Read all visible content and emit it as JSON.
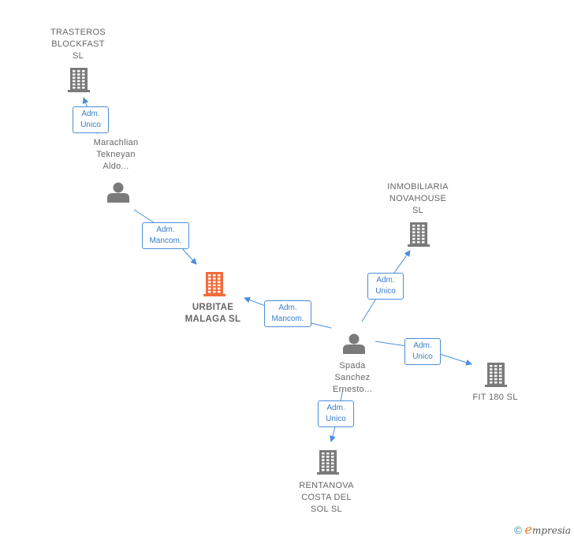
{
  "nodes": {
    "trasteros": {
      "label": "TRASTEROS\nBLOCKFAST\nSL",
      "type": "company"
    },
    "marachlian": {
      "label": "Marachlian\nTekneyan\nAldo...",
      "type": "person"
    },
    "urbitae": {
      "label": "URBITAE\nMALAGA  SL",
      "type": "company-main"
    },
    "inmobiliaria": {
      "label": "INMOBILIARIA\nNOVAHOUSE\nSL",
      "type": "company"
    },
    "spada": {
      "label": "Spada\nSanchez\nErnesto...",
      "type": "person"
    },
    "fit180": {
      "label": "FIT 180  SL",
      "type": "company"
    },
    "rentanova": {
      "label": "RENTANOVA\nCOSTA DEL\nSOL  SL",
      "type": "company"
    }
  },
  "edges": [
    {
      "from": "marachlian",
      "to": "trasteros",
      "role_line1": "Adm.",
      "role_line2": "Unico"
    },
    {
      "from": "marachlian",
      "to": "urbitae",
      "role_line1": "Adm.",
      "role_line2": "Mancom."
    },
    {
      "from": "spada",
      "to": "urbitae",
      "role_line1": "Adm.",
      "role_line2": "Mancom."
    },
    {
      "from": "spada",
      "to": "inmobiliaria",
      "role_line1": "Adm.",
      "role_line2": "Unico"
    },
    {
      "from": "spada",
      "to": "fit180",
      "role_line1": "Adm.",
      "role_line2": "Unico"
    },
    {
      "from": "spada",
      "to": "rentanova",
      "role_line1": "Adm.",
      "role_line2": "Unico"
    }
  ],
  "colors": {
    "main_company": "#f26b3a",
    "company": "#7a7a7a",
    "person": "#7a7a7a",
    "edge": "#4a8fd8"
  },
  "footer": {
    "copyright_symbol": "©",
    "brand_first": "e",
    "brand_rest": "mpresia"
  }
}
